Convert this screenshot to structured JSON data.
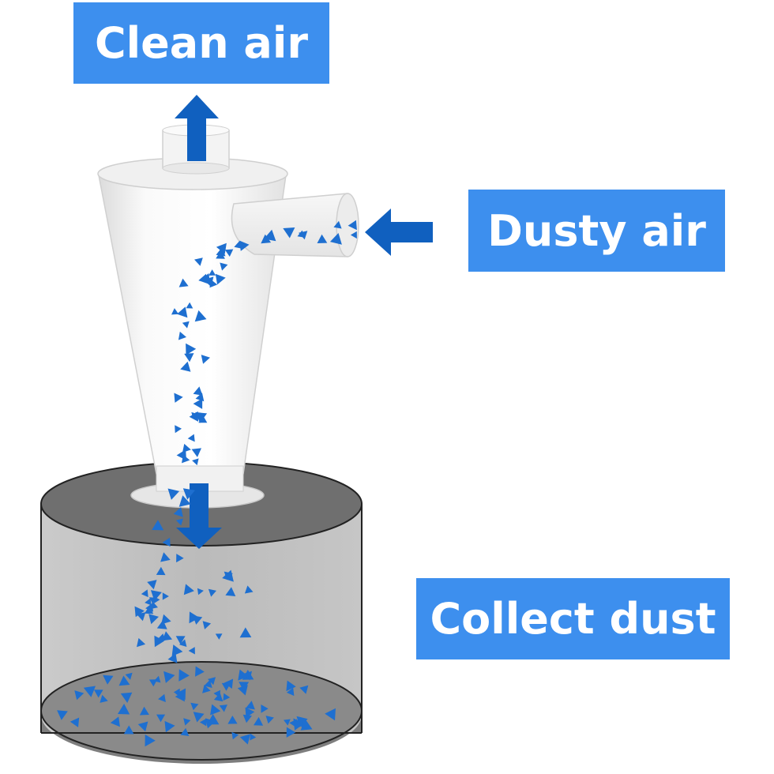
{
  "labels": {
    "clean_air": "Clean air",
    "dusty_air": "Dusty air",
    "collect_dust": "Collect dust"
  },
  "colors": {
    "label_bg": "#3d8fee",
    "label_text": "#ffffff",
    "arrow": "#1060bf",
    "particle": "#1e6fd0",
    "bin_fill": "#8f8f8f",
    "bin_top": "#6e6e6e",
    "bin_bottom": "#7a7a7a",
    "cyclone": "#f4f4f4"
  },
  "icons": {
    "up_arrow": "up-arrow-icon",
    "left_arrow": "left-arrow-icon",
    "down_arrow": "down-arrow-icon"
  }
}
